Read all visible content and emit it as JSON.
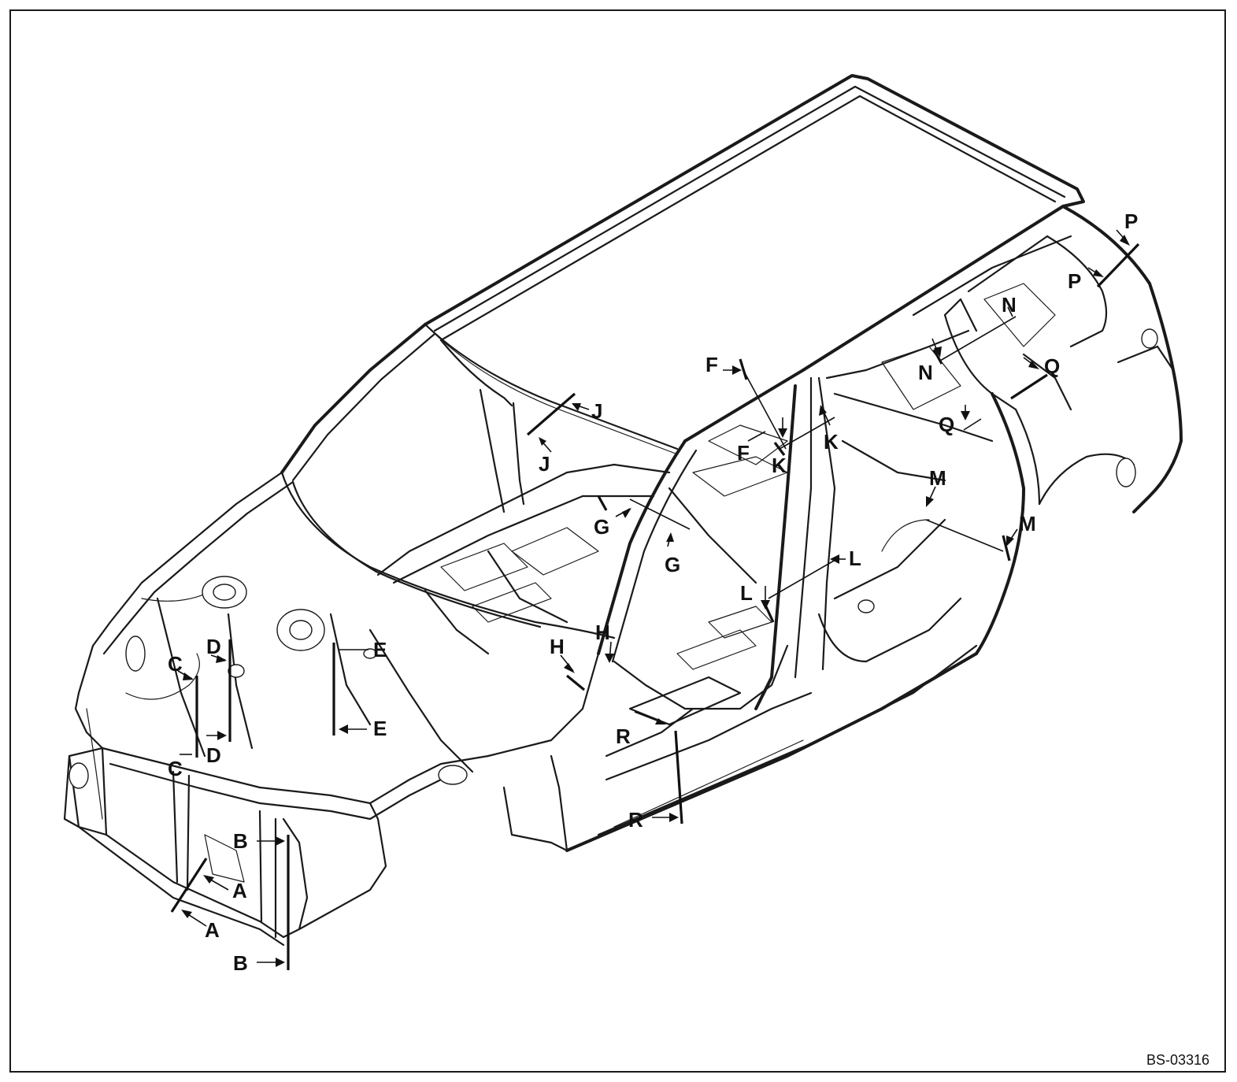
{
  "figure": {
    "code": "BS-03316"
  },
  "sections": {
    "A": "A",
    "B": "B",
    "C": "C",
    "D": "D",
    "E": "E",
    "F": "F",
    "G": "G",
    "H": "H",
    "J": "J",
    "K": "K",
    "L": "L",
    "M": "M",
    "N": "N",
    "P": "P",
    "Q": "Q",
    "R": "R"
  },
  "colors": {
    "line": "#1a1a1a",
    "background": "#ffffff"
  }
}
